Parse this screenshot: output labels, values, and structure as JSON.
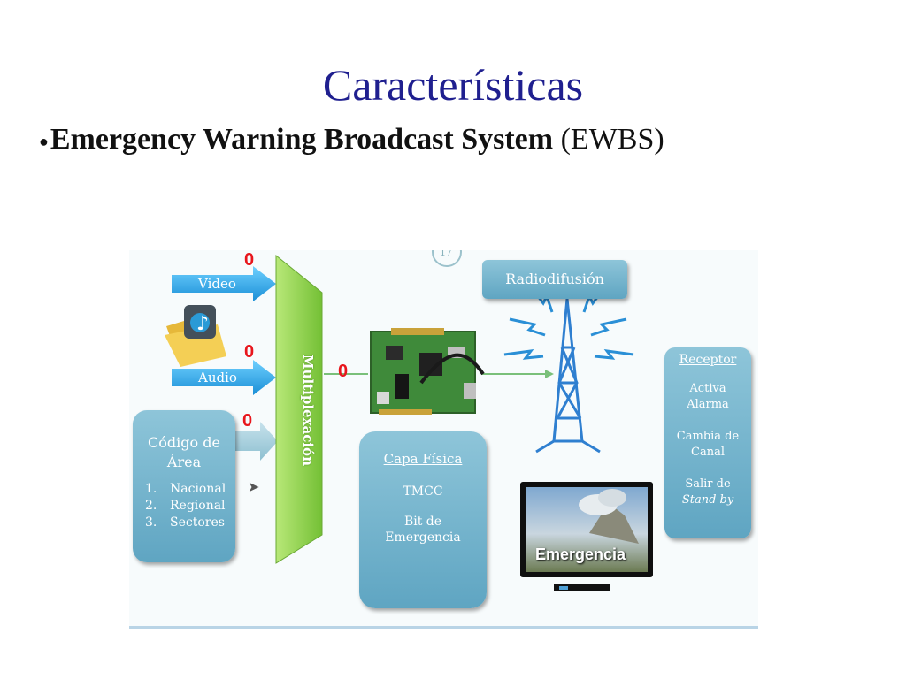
{
  "slide": {
    "title": "Características",
    "subtitle_bold": "Emergency Warning Broadcast System",
    "subtitle_rest": " (EWBS)"
  },
  "diagram": {
    "video_label": "Video",
    "audio_label": "Audio",
    "mux_label": "Multiplexación",
    "radio_label": "Radiodifusión",
    "area": {
      "title": "Código de Área",
      "items": [
        "Nacional",
        "Regional",
        "Sectores"
      ]
    },
    "capa": {
      "title": "Capa Física",
      "lines": [
        "TMCC",
        "Bit de",
        "Emergencia"
      ]
    },
    "receptor": {
      "title": "Receptor",
      "lines": [
        "Activa",
        "Alarma",
        "Cambia de",
        "Canal",
        "Salir de",
        "Stand by"
      ]
    },
    "tv_text": "Emergencia",
    "page_badge": "17",
    "markers": [
      "0",
      "0",
      "0",
      "0"
    ],
    "colors": {
      "box_blue": "#6fb3cd",
      "arrow_blue": "#2aa3e0",
      "mux_green": "#8fd14f",
      "marker_red": "#e8161c",
      "title_blue": "#1f1f8f"
    }
  }
}
